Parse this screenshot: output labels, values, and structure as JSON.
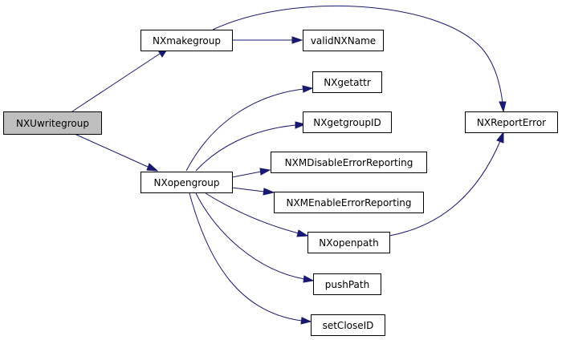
{
  "nodes": {
    "nxuwritegroup": "NXUwritegroup",
    "nxmakegroup": "NXmakegroup",
    "validnxname": "validNXName",
    "nxreporterror": "NXReportError",
    "nxgetattr": "NXgetattr",
    "nxgetgroupid": "NXgetgroupID",
    "nxopengroup": "NXopengroup",
    "nxmdisable": "NXMDisableErrorReporting",
    "nxmenable": "NXMEnableErrorReporting",
    "nxopenpath": "NXopenpath",
    "pushpath": "pushPath",
    "setcloseid": "setCloseID"
  },
  "edges": [
    [
      "nxuwritegroup",
      "nxmakegroup"
    ],
    [
      "nxuwritegroup",
      "nxopengroup"
    ],
    [
      "nxmakegroup",
      "validnxname"
    ],
    [
      "nxmakegroup",
      "nxreporterror"
    ],
    [
      "nxopengroup",
      "nxgetattr"
    ],
    [
      "nxopengroup",
      "nxgetgroupid"
    ],
    [
      "nxopengroup",
      "nxmdisable"
    ],
    [
      "nxopengroup",
      "nxmenable"
    ],
    [
      "nxopengroup",
      "nxopenpath"
    ],
    [
      "nxopengroup",
      "pushpath"
    ],
    [
      "nxopengroup",
      "setcloseid"
    ],
    [
      "nxopenpath",
      "nxreporterror"
    ]
  ],
  "colors": {
    "edge": "#191970",
    "root_fill": "#bfbfbf",
    "node_fill": "#ffffff",
    "border": "#000000"
  }
}
